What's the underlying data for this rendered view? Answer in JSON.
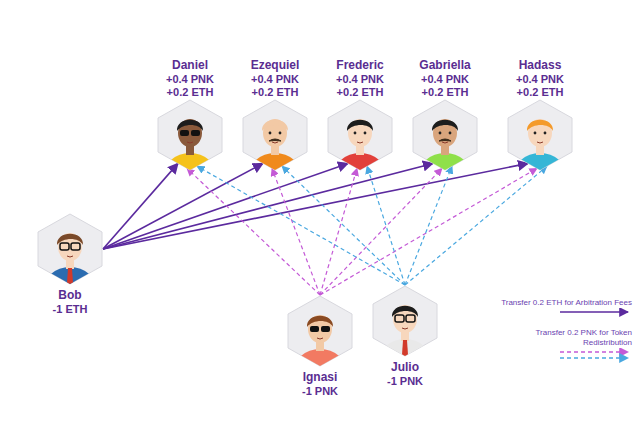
{
  "diagram": {
    "nodes": [
      {
        "text": [
          "Daniel",
          "+0.4 PNK",
          "+0.2 ETH"
        ]
      },
      {
        "text": [
          "Ezequiel",
          "+0.4 PNK",
          "+0.2 ETH"
        ]
      },
      {
        "text": [
          "Frederic",
          "+0.4 PNK",
          "+0.2 ETH"
        ]
      },
      {
        "text": [
          "Gabriella",
          "+0.4 PNK",
          "+0.2 ETH"
        ]
      },
      {
        "text": [
          "Hadass",
          "+0.4 PNK",
          "+0.2 ETH"
        ]
      },
      {
        "text": [
          "Bob",
          "-1 ETH"
        ]
      },
      {
        "text": [
          "Ignasi",
          "-1 PNK"
        ]
      },
      {
        "text": [
          "Julio",
          "-1 PNK"
        ]
      }
    ],
    "edges": [
      {
        "from": 5,
        "to": 0,
        "arrow": "to"
      },
      {
        "from": 5,
        "to": 1,
        "arrow": "to"
      },
      {
        "from": 5,
        "to": 2,
        "arrow": "to"
      },
      {
        "from": 5,
        "to": 3,
        "arrow": "to"
      },
      {
        "from": 5,
        "to": 4,
        "arrow": "to"
      },
      {
        "from": 6,
        "to": 0,
        "arrow": "to"
      },
      {
        "from": 6,
        "to": 1,
        "arrow": "to"
      },
      {
        "from": 6,
        "to": 2,
        "arrow": "to"
      },
      {
        "from": 6,
        "to": 3,
        "arrow": "to"
      },
      {
        "from": 6,
        "to": 4,
        "arrow": "to"
      },
      {
        "from": 7,
        "to": 0,
        "arrow": "to"
      },
      {
        "from": 7,
        "to": 1,
        "arrow": "to"
      },
      {
        "from": 7,
        "to": 2,
        "arrow": "to"
      },
      {
        "from": 7,
        "to": 3,
        "arrow": "to"
      },
      {
        "from": 7,
        "to": 4,
        "arrow": "to"
      }
    ],
    "legend": [
      {
        "text": "Transfer 0.2 ETH for Arbitration Fees"
      },
      {
        "text": "Transfer 0.2 PNK for Token Redistribution"
      }
    ]
  }
}
